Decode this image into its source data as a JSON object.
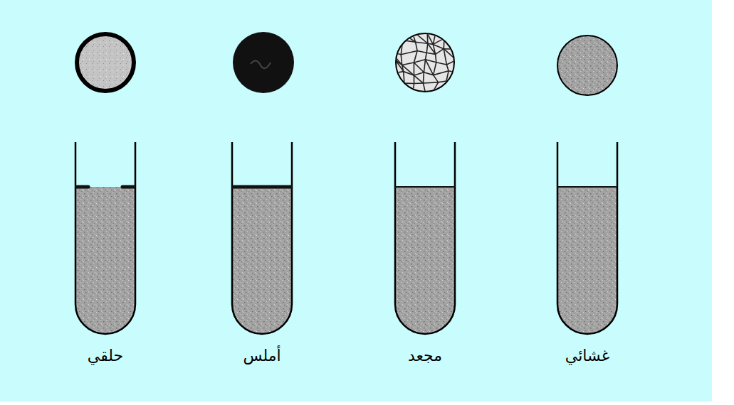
{
  "diagram": {
    "labels": [
      "حلقي",
      "أملس",
      "مجعد",
      "غشائي"
    ]
  }
}
